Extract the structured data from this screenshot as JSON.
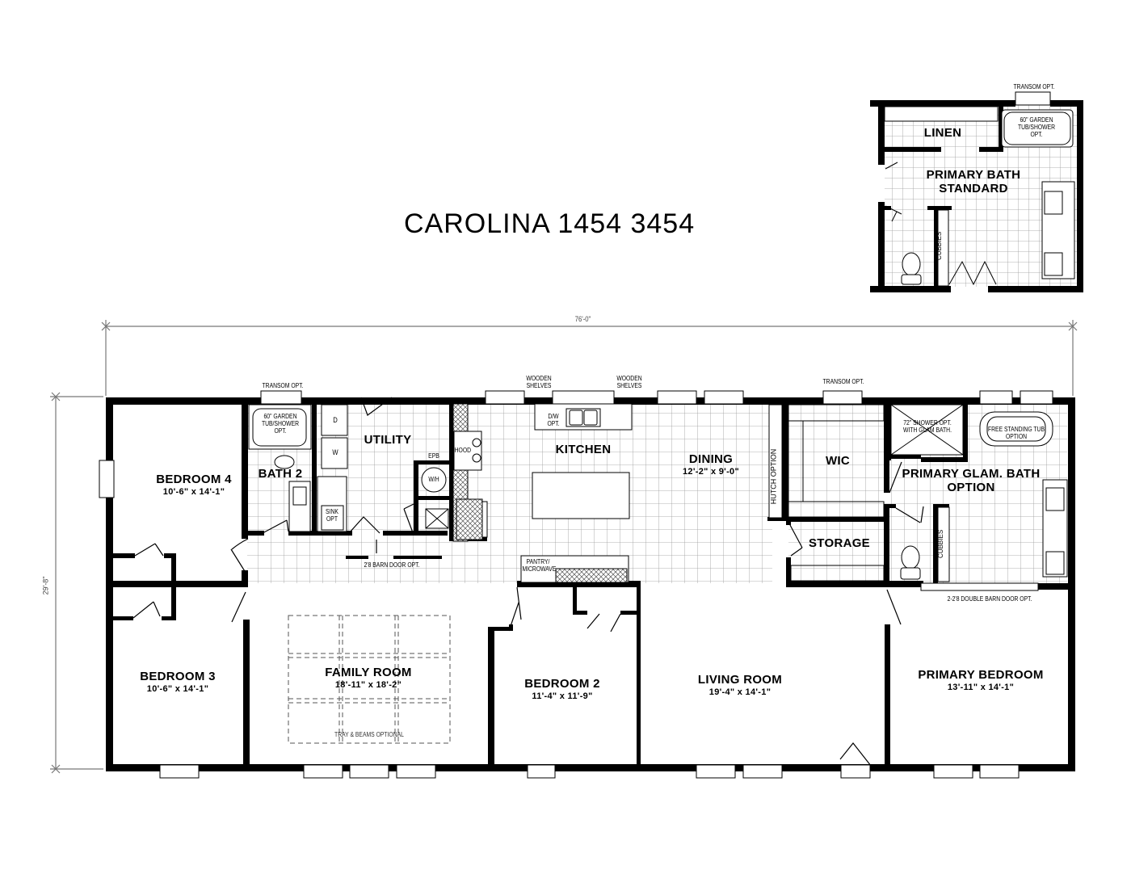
{
  "title": "CAROLINA  1454  3454",
  "dimensions": {
    "overall_width": "76'-0\"",
    "overall_depth": "29'-8\""
  },
  "rooms": {
    "bedroom4": {
      "name": "BEDROOM 4",
      "size": "10'-6\" x 14'-1\""
    },
    "bath2": {
      "name": "BATH 2"
    },
    "utility": {
      "name": "UTILITY"
    },
    "kitchen": {
      "name": "KITCHEN"
    },
    "dining": {
      "name": "DINING",
      "size": "12'-2\" x 9'-0\""
    },
    "wic": {
      "name": "WIC"
    },
    "storage": {
      "name": "STORAGE"
    },
    "glam_bath": {
      "name": "PRIMARY GLAM. BATH",
      "name2": "OPTION"
    },
    "bedroom3": {
      "name": "BEDROOM 3",
      "size": "10'-6\" x 14'-1\""
    },
    "family": {
      "name": "FAMILY ROOM",
      "size": "18'-11\" x 18'-2\""
    },
    "bedroom2": {
      "name": "BEDROOM 2",
      "size": "11'-4\" x 11'-9\""
    },
    "living": {
      "name": "LIVING ROOM",
      "size": "19'-4\" x 14'-1\""
    },
    "primary_bed": {
      "name": "PRIMARY BEDROOM",
      "size": "13'-11\" x 14'-1\""
    }
  },
  "inset": {
    "linen": "LINEN",
    "bath_name": "PRIMARY  BATH",
    "bath_name2": "STANDARD",
    "transom": "TRANSOM OPT.",
    "tub": [
      "60\" GARDEN",
      "TUB/SHOWER",
      "OPT."
    ],
    "cubbies": "CUBBIES"
  },
  "notes": {
    "transom_left": "TRANSOM OPT.",
    "transom_right": "TRANSOM OPT.",
    "tub_bath2": [
      "60\" GARDEN",
      "TUB/SHOWER",
      "OPT."
    ],
    "dryer": "D",
    "washer": "W",
    "sink_opt": [
      "SINK",
      "OPT"
    ],
    "epb": "EPB",
    "wh": "W/H",
    "hood": "HOOD",
    "barn_door": "2'8 BARN DOOR OPT.",
    "wooden_shelves_1": [
      "WOODEN",
      "SHELVES"
    ],
    "wooden_shelves_2": [
      "WOODEN",
      "SHELVES"
    ],
    "dw_opt": [
      "D/W",
      "OPT."
    ],
    "pantry": [
      "PANTRY/",
      "MICROWAVE"
    ],
    "hutch": "HUTCH OPTION",
    "shower_opt": [
      "72\" SHOWER OPT.",
      "WITH GLAM BATH."
    ],
    "freestanding_tub": [
      "FREE STANDING TUB",
      "OPTION"
    ],
    "cubbies": "CUBBIES",
    "double_barn": "2-2'8 DOUBLE BARN DOOR OPT.",
    "tray_beams": "TRAY & BEAMS OPTIONAL"
  }
}
